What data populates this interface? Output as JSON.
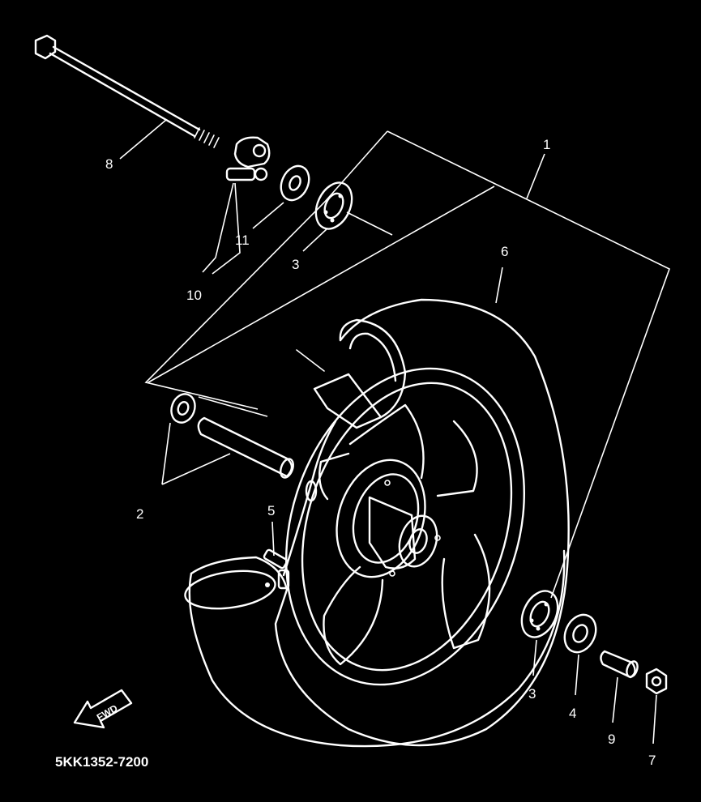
{
  "diagram": {
    "drawing_code": "5KK1352-7200",
    "direction_label": "FWD",
    "callouts": {
      "c1": "1",
      "c2": "2",
      "c3a": "3",
      "c3b": "3",
      "c4": "4",
      "c5": "5",
      "c6": "6",
      "c7": "7",
      "c8": "8",
      "c9": "9",
      "c10": "10",
      "c11": "11"
    }
  }
}
